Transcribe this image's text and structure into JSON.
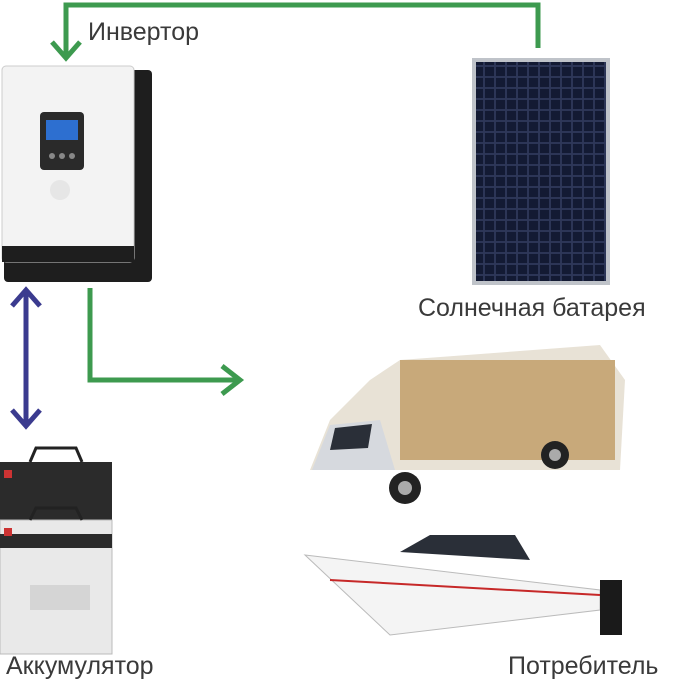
{
  "labels": {
    "inverter": "Инвертор",
    "solar_panel": "Солнечная батарея",
    "battery": "Аккумулятор",
    "consumer": "Потребитель"
  },
  "colors": {
    "power_flow": "#3d9a4f",
    "bidirectional": "#3b3b8f"
  }
}
